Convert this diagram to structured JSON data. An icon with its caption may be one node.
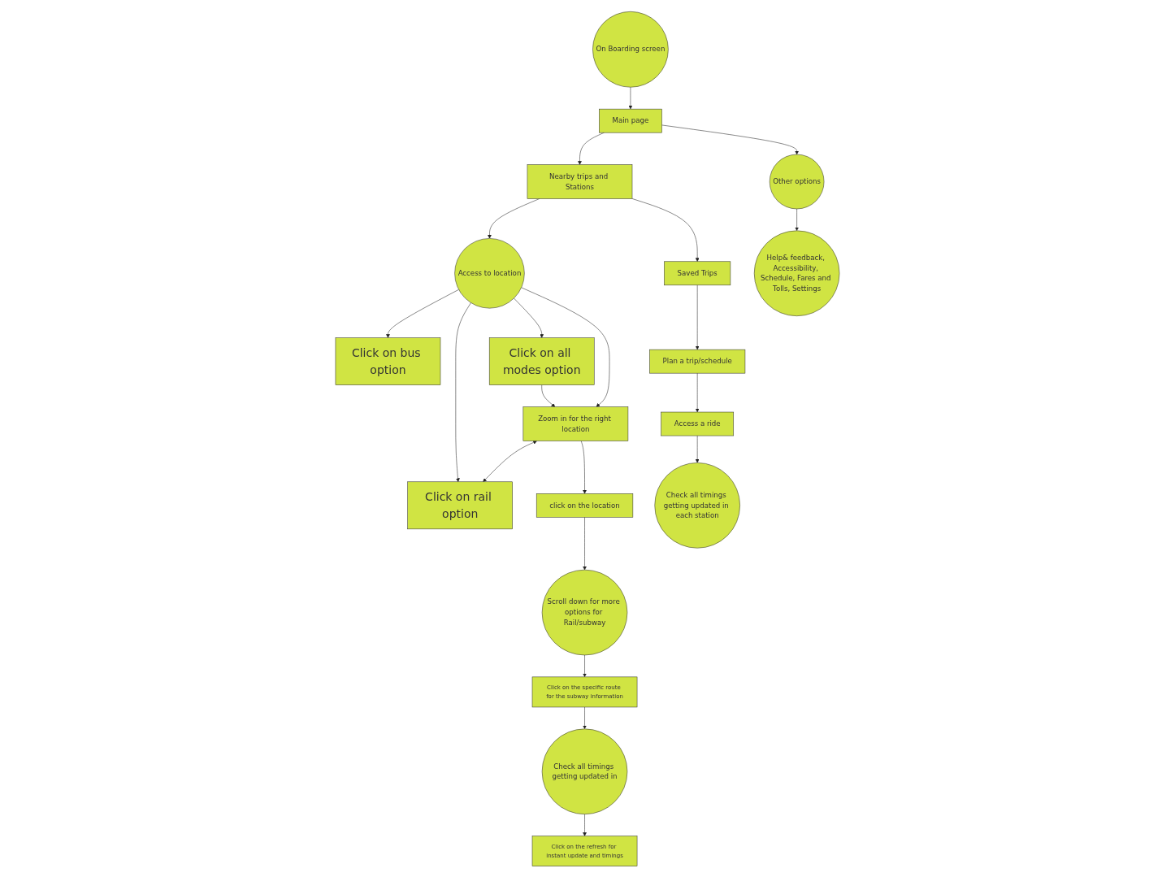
{
  "diagram": {
    "nodes": [
      {
        "text": [
          "On Boarding screen"
        ]
      },
      {
        "text": [
          "Main page"
        ]
      },
      {
        "text": [
          "Nearby trips and Stations"
        ]
      },
      {
        "text": [
          "Access to location"
        ]
      },
      {
        "text": [
          "Click on bus option"
        ]
      },
      {
        "text": [
          "Saved Trips"
        ]
      },
      {
        "text": [
          "Other options"
        ]
      },
      {
        "text": [
          "Zoom in for the right location"
        ]
      },
      {
        "text": [
          "Click on rail option"
        ]
      },
      {
        "text": [
          "Plan a trip/schedule"
        ]
      },
      {
        "text": [
          "click on the location"
        ]
      },
      {
        "text": [
          "Click on all modes option"
        ]
      },
      {
        "text": [
          "Help& feedback, Accessibility, Schedule, Fares and Tolls, Settings"
        ]
      },
      {
        "text": [
          "Access a ride"
        ]
      },
      {
        "text": [
          "Scroll down for more options for Rail/subway"
        ]
      },
      {
        "text": [
          "Check all timings getting updated in each station"
        ]
      },
      {
        "text": [
          "Click on the specific route for the subway information"
        ]
      },
      {
        "text": [
          "Check all timings getting updated in"
        ]
      },
      {
        "text": [
          "Click on the refresh for instant update and timings"
        ]
      }
    ],
    "edges": [
      {
        "from": 0,
        "to": 1,
        "arrow": "to"
      },
      {
        "from": 1,
        "to": 2,
        "arrow": "to"
      },
      {
        "from": 2,
        "to": 3,
        "arrow": "to"
      },
      {
        "from": 3,
        "to": 4,
        "arrow": "to"
      },
      {
        "from": 2,
        "to": 5,
        "arrow": "to"
      },
      {
        "from": 1,
        "to": 6,
        "arrow": "to"
      },
      {
        "from": 3,
        "to": 7,
        "arrow": "to"
      },
      {
        "from": 7,
        "to": 8,
        "arrow": "both"
      },
      {
        "from": 3,
        "to": 8,
        "arrow": "to"
      },
      {
        "from": 3,
        "to": 11,
        "arrow": "to"
      },
      {
        "from": 11,
        "to": 7,
        "arrow": "to"
      },
      {
        "from": 5,
        "to": 9,
        "arrow": "to"
      },
      {
        "from": 9,
        "to": 13,
        "arrow": "to"
      },
      {
        "from": 6,
        "to": 12,
        "arrow": "to"
      },
      {
        "from": 13,
        "to": 15,
        "arrow": "to"
      },
      {
        "from": 7,
        "to": 10,
        "arrow": "to"
      },
      {
        "from": 10,
        "to": 14,
        "arrow": "to"
      },
      {
        "from": 14,
        "to": 16,
        "arrow": "to"
      },
      {
        "from": 16,
        "to": 17,
        "arrow": "to"
      },
      {
        "from": 17,
        "to": 18,
        "arrow": "to"
      }
    ]
  }
}
